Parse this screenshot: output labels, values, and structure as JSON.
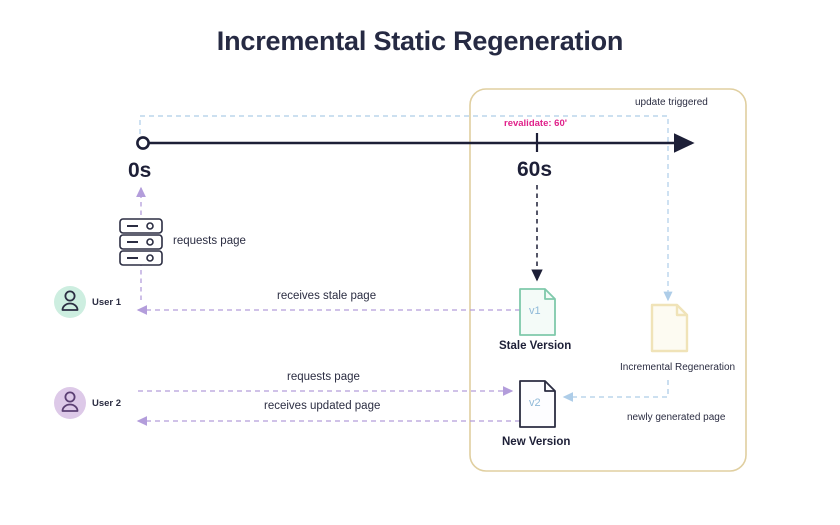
{
  "page": {
    "title": "Incremental Static Regeneration",
    "background": "#ffffff"
  },
  "colors": {
    "title": "#262a43",
    "timeline": "#1d1f37",
    "revalidate": "#e0218a",
    "user_flow": "#b39ddb",
    "regen_flow": "#aecde8",
    "region_box": "#e0cfa0",
    "stale_doc": "#7fc9ab",
    "new_doc": "#2b2d42",
    "regen_doc": "#f0e3b8",
    "user1_avatar": "#cdeee0",
    "user2_avatar": "#ddc9e8"
  },
  "timeline": {
    "start_label": "0s",
    "revalidate_label": "revalidate: 60'",
    "mid_label": "60s",
    "update_label": "update triggered"
  },
  "actors": [
    {
      "id": "user1",
      "label": "User 1",
      "icon": "user-icon"
    },
    {
      "id": "user2",
      "label": "User 2",
      "icon": "user-icon"
    }
  ],
  "server": {
    "icon": "server-icon",
    "label": "requests page"
  },
  "flows": [
    {
      "id": "user1-receives",
      "label": "receives stale page",
      "direction": "left"
    },
    {
      "id": "user2-requests",
      "label": "requests page",
      "direction": "right"
    },
    {
      "id": "user2-receives",
      "label": "receives updated page",
      "direction": "left"
    },
    {
      "id": "newly-generated",
      "label": "newly generated page",
      "direction": "left"
    }
  ],
  "documents": [
    {
      "id": "stale",
      "version": "v1",
      "caption": "Stale Version"
    },
    {
      "id": "new",
      "version": "v2",
      "caption": "New Version"
    },
    {
      "id": "regen",
      "version": "",
      "caption": "Incremental Regeneration"
    }
  ]
}
